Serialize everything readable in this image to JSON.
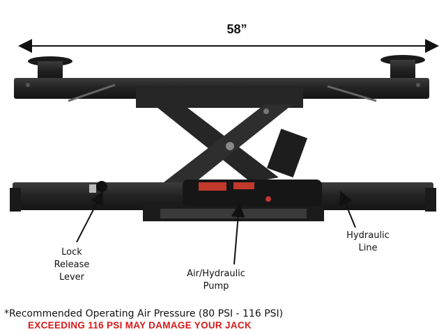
{
  "dimension": {
    "label": "58”"
  },
  "callouts": {
    "lock_release_lever": [
      "Lock",
      "Release",
      "Lever"
    ],
    "air_hydraulic_pump": [
      "Air/Hydraulic",
      "Pump"
    ],
    "hydraulic_line": [
      "Hydraulic",
      "Line"
    ]
  },
  "footer": {
    "note": "*Recommended Operating Air Pressure (80 PSI - 116 PSI)",
    "warning": "EXCEEDING 116 PSI MAY DAMAGE YOUR JACK"
  },
  "colors": {
    "warning": "#d61a1a",
    "jack_body": "#2a2a2a",
    "pump_label": "#c0392b"
  }
}
